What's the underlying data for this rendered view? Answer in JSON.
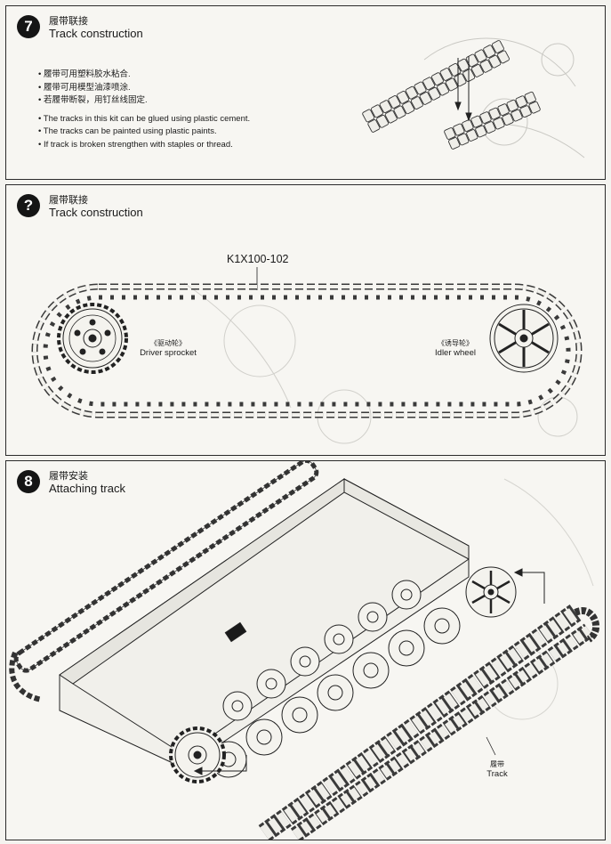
{
  "steps": [
    {
      "number": "7",
      "title_cn": "履带联接",
      "title_en": "Track construction",
      "notes_cn": [
        "• 履带可用塑料胶水粘合.",
        "• 履带可用模型油漆喷涂.",
        "• 若履带断裂，用钉丝线固定."
      ],
      "notes_en": [
        "• The tracks in this kit can be glued using plastic cement.",
        "• The tracks can be painted using plastic paints.",
        "• If track is broken strengthen with staples or thread."
      ]
    },
    {
      "number": "?",
      "title_cn": "履带联接",
      "title_en": "Track construction",
      "part_number": "K1X100-102",
      "driver_cn": "《驱动轮》",
      "driver_en": "Driver sprocket",
      "idler_cn": "《诱导轮》",
      "idler_en": "Idler wheel"
    },
    {
      "number": "8",
      "title_cn": "履带安装",
      "title_en": "Attaching track",
      "track_cn": "履带",
      "track_en": "Track"
    }
  ]
}
